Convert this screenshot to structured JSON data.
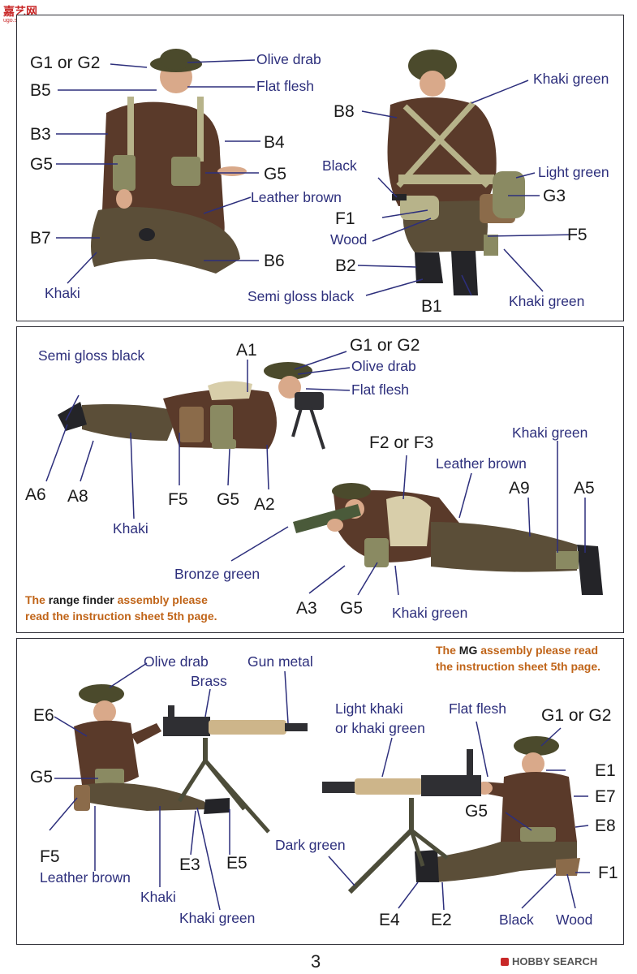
{
  "logo": {
    "brand": "嘉艺网",
    "url": "ugo.shou.com"
  },
  "panel1": {
    "codes": [
      "G1 or G2",
      "B5",
      "B3",
      "G5",
      "B7",
      "B4",
      "G5",
      "B6",
      "B8",
      "F1",
      "B2",
      "B1",
      "G3",
      "F5"
    ],
    "colors": [
      "Olive drab",
      "Flat flesh",
      "Leather brown",
      "Khaki",
      "Khaki green",
      "Black",
      "Wood",
      "Light green",
      "Semi gloss black",
      "Khaki green"
    ]
  },
  "panel2": {
    "codes": [
      "A1",
      "G1 or G2",
      "A6",
      "A8",
      "F5",
      "G5",
      "A2",
      "F2 or F3",
      "A9",
      "A5",
      "A3",
      "G5"
    ],
    "colors": [
      "Semi gloss black",
      "Olive drab",
      "Flat flesh",
      "Khaki",
      "Leather brown",
      "Khaki green",
      "Bronze green",
      "Khaki green"
    ],
    "note": {
      "part1": "The ",
      "part2": "range finder",
      "part3": " assembly please",
      "line2": "read the instruction sheet 5th page."
    }
  },
  "panel3": {
    "codes": [
      "E6",
      "G5",
      "F5",
      "E3",
      "E5",
      "G1 or G2",
      "E1",
      "E7",
      "G5",
      "E8",
      "F1",
      "E4",
      "E2"
    ],
    "colors": [
      "Olive drab",
      "Brass",
      "Gun metal",
      "Leather brown",
      "Khaki",
      "Khaki green",
      "Dark green",
      "Light khaki",
      "or khaki green",
      "Flat flesh",
      "Black",
      "Wood"
    ],
    "note": {
      "part1": "The ",
      "part2": "MG",
      "part3": " assembly please read",
      "line2": "the instruction sheet 5th page."
    }
  },
  "page_number": "3",
  "watermark": "HOBBY SEARCH",
  "palette": {
    "uniform": "#5a3a2a",
    "trousers": "#5b4e38",
    "helmet": "#4b4a2c",
    "flesh": "#d9a98a",
    "webbing": "#b7b38a",
    "khaki_green": "#8a8a62",
    "boot": "#242428",
    "gun": "#2f2f33",
    "barrel": "#cdb58a",
    "tripod": "#4d4d3a",
    "label": "#2d2f7c"
  }
}
